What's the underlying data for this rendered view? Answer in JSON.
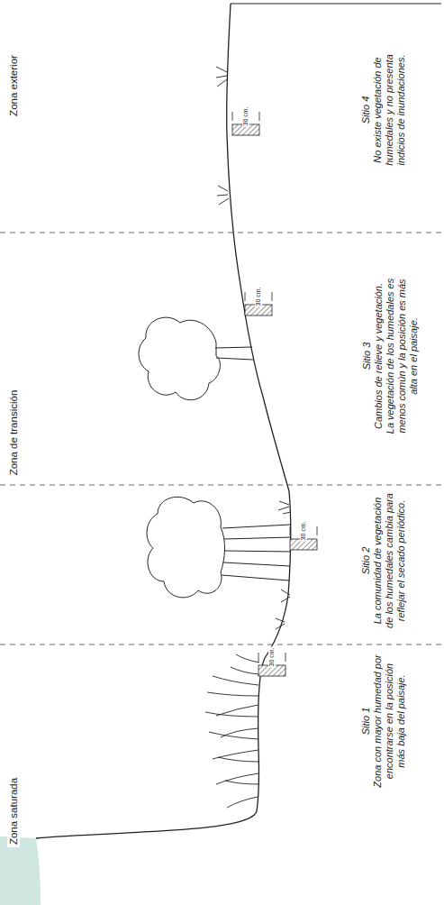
{
  "diagram": {
    "labels": [
      "Zona saturada",
      "Zona de transición",
      "Zona exterior",
      "Sitio 1",
      "Zona con mayor humedad por encontrarse en la posición más baja del paisaje.",
      "Sitio 2",
      "La comunidad de vegetación de los humedales cambia para reflejar el secado periódico.",
      "Sitio 3",
      "Cambios de relieve y vegetación. La vegetación de los humedales es menos común y la posición es más alta en el paisaje.",
      "Sitio 4",
      "No existe vegetación de humedales y no presenta indicios de inundaciones.",
      "30 cm.",
      "30 cm.",
      "30 cm.",
      "30 cm."
    ]
  }
}
